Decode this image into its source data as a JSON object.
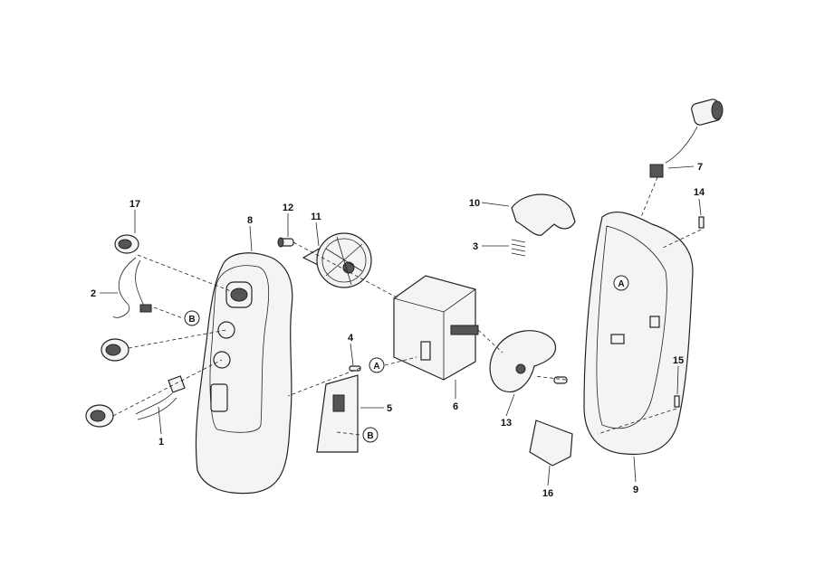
{
  "diagram": {
    "callouts": [
      "1",
      "2",
      "3",
      "4",
      "5",
      "6",
      "7",
      "8",
      "9",
      "10",
      "11",
      "12",
      "13",
      "14",
      "15",
      "16",
      "17"
    ],
    "references": {
      "a": "A",
      "b": "B"
    }
  }
}
